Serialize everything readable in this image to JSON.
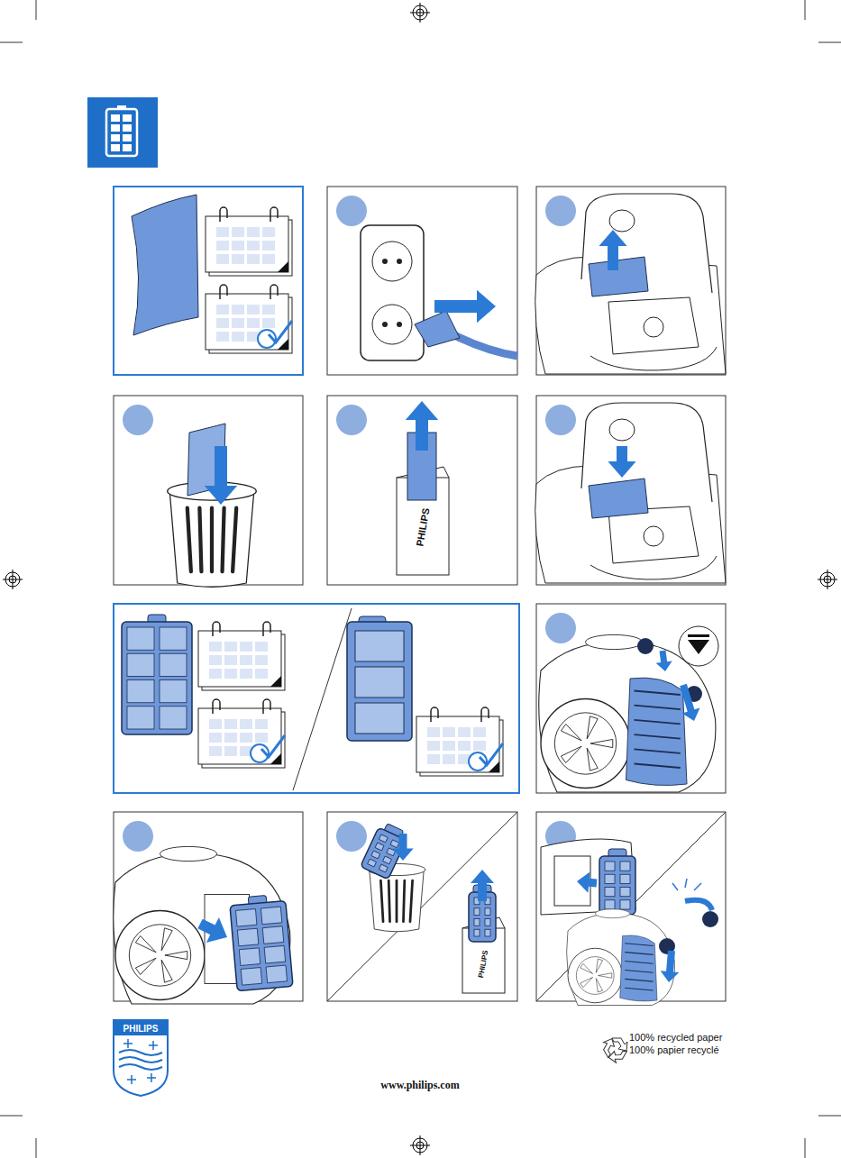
{
  "diagram": {
    "labels": [
      "PHILIPS",
      "PHILIPS",
      "PHILIPS",
      "100% recycled paper",
      "100% papier recyclé",
      "www.philips.com"
    ]
  }
}
